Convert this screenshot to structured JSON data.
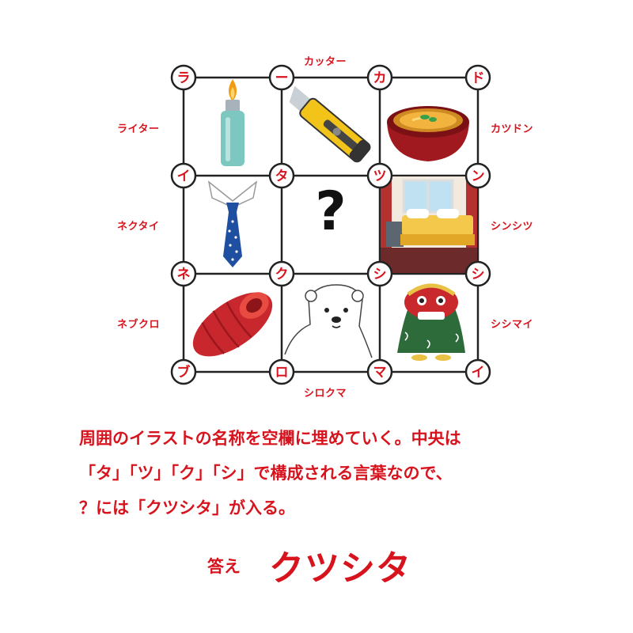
{
  "grid": {
    "nodes": [
      {
        "row": 0,
        "col": 0,
        "text": "ラ"
      },
      {
        "row": 0,
        "col": 1,
        "text": "ー"
      },
      {
        "row": 0,
        "col": 2,
        "text": "カ"
      },
      {
        "row": 0,
        "col": 3,
        "text": "ド"
      },
      {
        "row": 1,
        "col": 0,
        "text": "イ"
      },
      {
        "row": 1,
        "col": 1,
        "text": "タ"
      },
      {
        "row": 1,
        "col": 2,
        "text": "ツ"
      },
      {
        "row": 1,
        "col": 3,
        "text": "ン"
      },
      {
        "row": 2,
        "col": 0,
        "text": "ネ"
      },
      {
        "row": 2,
        "col": 1,
        "text": "ク"
      },
      {
        "row": 2,
        "col": 2,
        "text": "シ"
      },
      {
        "row": 2,
        "col": 3,
        "text": "シ"
      },
      {
        "row": 3,
        "col": 0,
        "text": "ブ"
      },
      {
        "row": 3,
        "col": 1,
        "text": "ロ"
      },
      {
        "row": 3,
        "col": 2,
        "text": "マ"
      },
      {
        "row": 3,
        "col": 3,
        "text": "イ"
      }
    ],
    "center_mark": "?"
  },
  "illustrations": {
    "top_left": "lighter-icon",
    "top_middle": "cutter-icon",
    "top_right": "katsudon-icon",
    "middle_left": "necktie-icon",
    "middle_right": "bedroom-icon",
    "bottom_left": "sleeping-bag-icon",
    "bottom_middle": "polar-bear-icon",
    "bottom_right": "shishimai-icon"
  },
  "labels": {
    "top": "カッター",
    "left_upper": "ライター",
    "left_middle": "ネクタイ",
    "left_lower": "ネブクロ",
    "right_upper": "カツドン",
    "right_middle": "シンシツ",
    "right_lower": "シシマイ",
    "bottom": "シロクマ"
  },
  "explanation": {
    "line1": "周囲のイラストの名称を空欄に埋めていく。中央は",
    "line2": "「タ」「ツ」「ク」「シ」で構成される言葉なので、",
    "line3": "？には「クツシタ」が入る。"
  },
  "answer": {
    "label": "答え",
    "word": "クツシタ"
  },
  "colors": {
    "accent": "#d7141d",
    "grid_line": "#222222"
  }
}
